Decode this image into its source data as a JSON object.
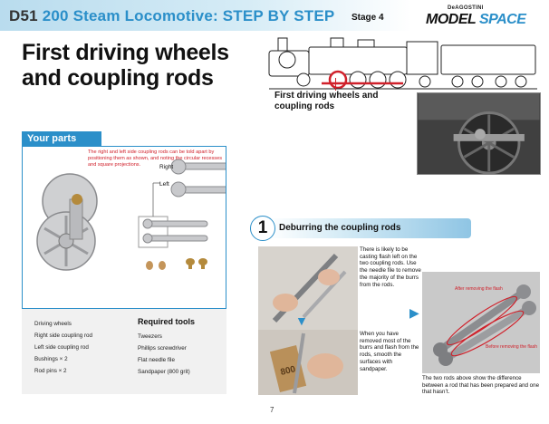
{
  "header": {
    "title_code": "D51",
    "title_rest": "200 Steam Locomotive: STEP BY STEP",
    "stage": "Stage 4",
    "brand_small": "DeAGOSTINI",
    "brand_main_a": "MODEL",
    "brand_main_b": "SPACE"
  },
  "page_title": "First driving wheels and coupling rods",
  "loco_caption": "First driving wheels and coupling rods",
  "parts": {
    "label": "Your parts",
    "note": "The right and left side coupling rods can be told apart by positioning them as shown, and noting the circular recesses and square projections.",
    "label_right": "Right",
    "label_left": "Left",
    "items": [
      "Driving wheels",
      "Right side coupling rod",
      "Left side coupling rod",
      "Bushings × 2",
      "Rod pins × 2"
    ],
    "tools_title": "Required tools",
    "tools": [
      "Tweezers",
      "Phillips screwdriver",
      "Flat needle file",
      "Sandpaper (800 grit)"
    ]
  },
  "step1": {
    "number": "1",
    "title": "Deburring the coupling rods",
    "text_a": "There is likely to be casting flash left on the two coupling rods. Use the needle file to remove the majority of the burrs from the rods.",
    "text_b": "When you have removed most of the burrs and flash from the rods, smooth the surfaces with sandpaper.",
    "text_c": "The two rods above show the difference between a rod that has been prepared and one that hasn’t.",
    "label_after": "After removing the flash",
    "label_before": "Before removing the flash",
    "sandpaper_text": "800"
  },
  "page_number": "7",
  "colors": {
    "accent": "#2b8fc9",
    "red": "#d0202a"
  }
}
